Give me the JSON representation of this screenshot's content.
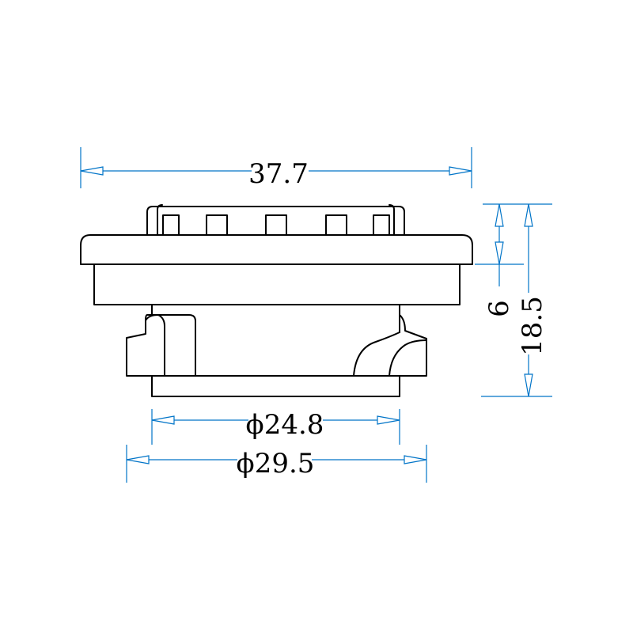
{
  "colors": {
    "outline": "#000000",
    "dimension": "#0074c8",
    "background": "#ffffff"
  },
  "dimensions": {
    "overall_width": "37.7",
    "inner_diameter": "ϕ24.8",
    "outer_diameter": "ϕ29.5",
    "flange_height": "6",
    "total_height": "18.5"
  }
}
